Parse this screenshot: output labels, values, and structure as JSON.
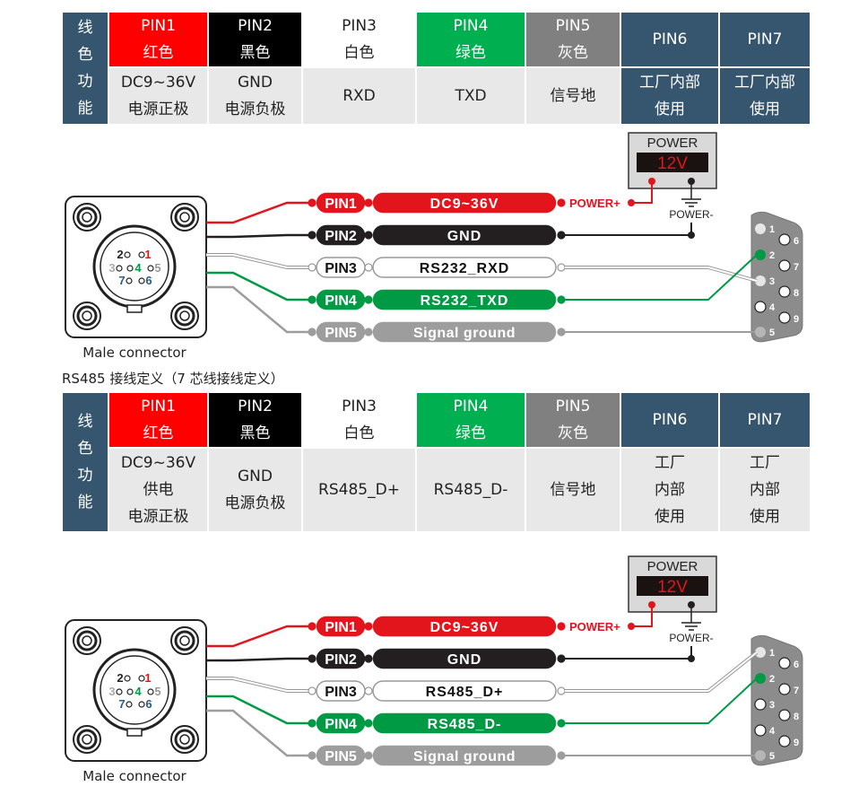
{
  "rs232_table": {
    "side_label": [
      "线",
      "色",
      "功",
      "能"
    ],
    "pins": [
      {
        "pin": "PIN1",
        "color_name": "红色",
        "function": [
          "DC9~36V",
          "电源正极"
        ],
        "color": "#ff0000"
      },
      {
        "pin": "PIN2",
        "color_name": "黑色",
        "function": [
          "GND",
          "电源负极"
        ],
        "color": "#000000"
      },
      {
        "pin": "PIN3",
        "color_name": "白色",
        "function": [
          "RXD"
        ],
        "color": "#ffffff"
      },
      {
        "pin": "PIN4",
        "color_name": "绿色",
        "function": [
          "TXD"
        ],
        "color": "#00b050"
      },
      {
        "pin": "PIN5",
        "color_name": "灰色",
        "function": [
          "信号地"
        ],
        "color": "#808080"
      },
      {
        "pin": "PIN6",
        "color_name": "",
        "function": [
          "工厂内部",
          "使用"
        ],
        "color": "#35566e"
      },
      {
        "pin": "PIN7",
        "color_name": "",
        "function": [
          "工厂内部",
          "使用"
        ],
        "color": "#35566e"
      }
    ]
  },
  "rs232_diagram": {
    "connector_label": "Male connector",
    "connector_pins": [
      "1",
      "2",
      "3",
      "4",
      "5",
      "6",
      "7"
    ],
    "wires": [
      {
        "pin": "PIN1",
        "signal": "DC9~36V"
      },
      {
        "pin": "PIN2",
        "signal": "GND"
      },
      {
        "pin": "PIN3",
        "signal": "RS232_RXD"
      },
      {
        "pin": "PIN4",
        "signal": "RS232_TXD"
      },
      {
        "pin": "PIN5",
        "signal": "Signal ground"
      }
    ],
    "power_title": "POWER",
    "power_value": "12V",
    "power_plus": "POWER+",
    "power_minus": "POWER-",
    "db9_pins": [
      "1",
      "2",
      "3",
      "4",
      "5",
      "6",
      "7",
      "8",
      "9"
    ]
  },
  "rs485_caption": "RS485 接线定义（7 芯线接线定义）",
  "rs485_table": {
    "side_label": [
      "线",
      "色",
      "功",
      "能"
    ],
    "pins": [
      {
        "pin": "PIN1",
        "color_name": "红色",
        "function": [
          "DC9~36V",
          "供电",
          "电源正极"
        ]
      },
      {
        "pin": "PIN2",
        "color_name": "黑色",
        "function": [
          "GND",
          "电源负极"
        ]
      },
      {
        "pin": "PIN3",
        "color_name": "白色",
        "function": [
          "RS485_D+"
        ]
      },
      {
        "pin": "PIN4",
        "color_name": "绿色",
        "function": [
          "RS485_D-"
        ]
      },
      {
        "pin": "PIN5",
        "color_name": "灰色",
        "function": [
          "信号地"
        ]
      },
      {
        "pin": "PIN6",
        "color_name": "",
        "function": [
          "工厂",
          "内部",
          "使用"
        ]
      },
      {
        "pin": "PIN7",
        "color_name": "",
        "function": [
          "工厂",
          "内部",
          "使用"
        ]
      }
    ]
  },
  "rs485_diagram": {
    "connector_label": "Male connector",
    "connector_pins": [
      "1",
      "2",
      "3",
      "4",
      "5",
      "6",
      "7"
    ],
    "wires": [
      {
        "pin": "PIN1",
        "signal": "DC9~36V"
      },
      {
        "pin": "PIN2",
        "signal": "GND"
      },
      {
        "pin": "PIN3",
        "signal": "RS485_D+"
      },
      {
        "pin": "PIN4",
        "signal": "RS485_D-"
      },
      {
        "pin": "PIN5",
        "signal": "Signal ground"
      }
    ],
    "power_title": "POWER",
    "power_value": "12V",
    "power_plus": "POWER+",
    "power_minus": "POWER-",
    "db9_pins": [
      "1",
      "2",
      "3",
      "4",
      "5",
      "6",
      "7",
      "8",
      "9"
    ]
  },
  "colors": {
    "red": "#e2141c",
    "black": "#231f20",
    "white": "#ffffff",
    "green": "#009a44",
    "gray": "#9d9d9d",
    "navy": "#35566e"
  }
}
